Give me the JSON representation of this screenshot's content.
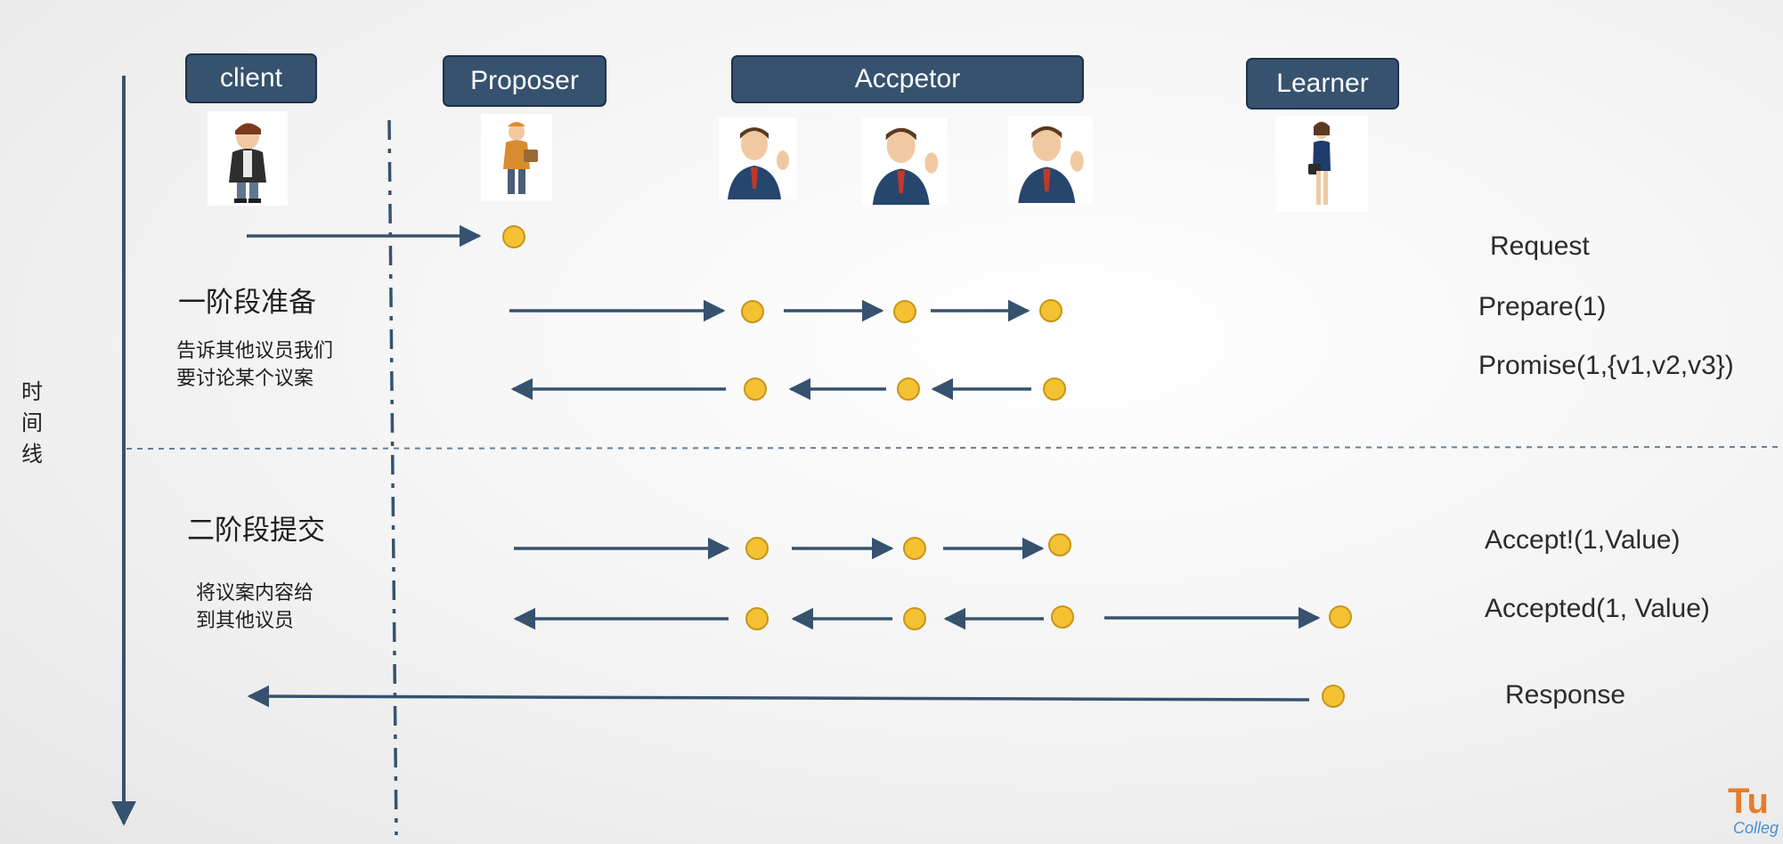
{
  "roles": {
    "client": "client",
    "proposer": "Proposer",
    "acceptor": "Accpetor",
    "learner": "Learner"
  },
  "timeline": {
    "chars": [
      "时",
      "间",
      "线"
    ]
  },
  "phase1": {
    "title": "一阶段准备",
    "note_lines": [
      "告诉其他议员我们",
      "要讨论某个议案"
    ]
  },
  "phase2": {
    "title": "二阶段提交",
    "note_lines": [
      "将议案内容给",
      "到其他议员"
    ]
  },
  "messages": {
    "request": "Request",
    "prepare": "Prepare(1)",
    "promise": "Promise(1,{v1,v2,v3})",
    "accept": "Accept!(1,Value)",
    "accepted": "Accepted(1, Value)",
    "response": "Response"
  },
  "watermark": {
    "line1": "Tu",
    "line2": "Colleg"
  },
  "colors": {
    "arrow": "#36526f",
    "node_fill": "#f4c132",
    "node_stroke": "#c8951a",
    "label_bg": "#36526f",
    "watermark_orange": "#e57c2a",
    "watermark_blue": "#4a8fd0"
  }
}
